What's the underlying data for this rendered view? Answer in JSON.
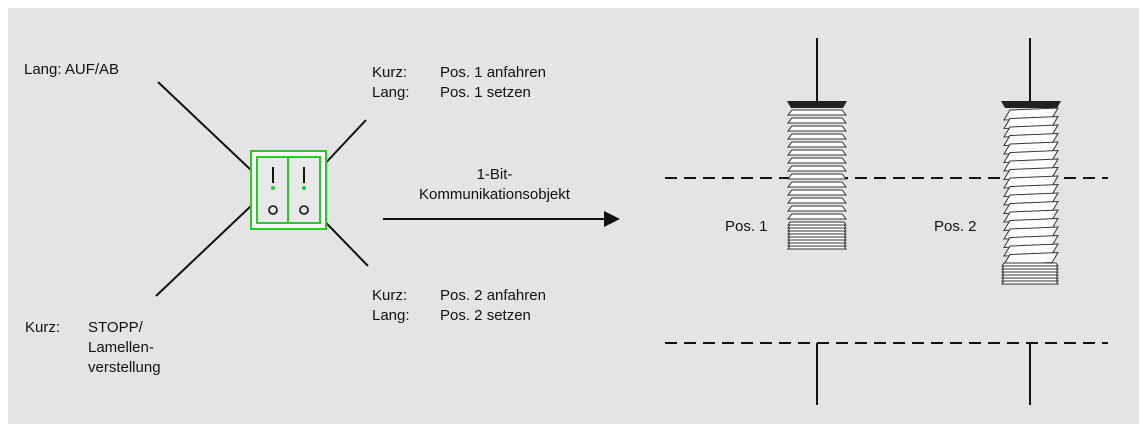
{
  "labels": {
    "top_left": "Lang: AUF/AB",
    "top_right_short_key": "Kurz:",
    "top_right_short_val": "Pos. 1 anfahren",
    "top_right_long_key": "Lang:",
    "top_right_long_val": "Pos. 1 setzen",
    "bottom_right_short_key": "Kurz:",
    "bottom_right_short_val": "Pos. 2 anfahren",
    "bottom_right_long_key": "Lang:",
    "bottom_right_long_val": "Pos. 2 setzen",
    "bottom_left_key": "Kurz:",
    "bottom_left_line1": "STOPP/",
    "bottom_left_line2": "Lamellen-",
    "bottom_left_line3": "verstellung",
    "arrow_line1": "1-Bit-",
    "arrow_line2": "Kommunikationsobjekt",
    "pos1": "Pos. 1",
    "pos2": "Pos. 2"
  },
  "switch": {
    "top_symbol": "I",
    "bottom_symbol": "O"
  },
  "colors": {
    "background": "#e4e4e4",
    "switch_green": "#22cc22",
    "line": "#111111"
  }
}
